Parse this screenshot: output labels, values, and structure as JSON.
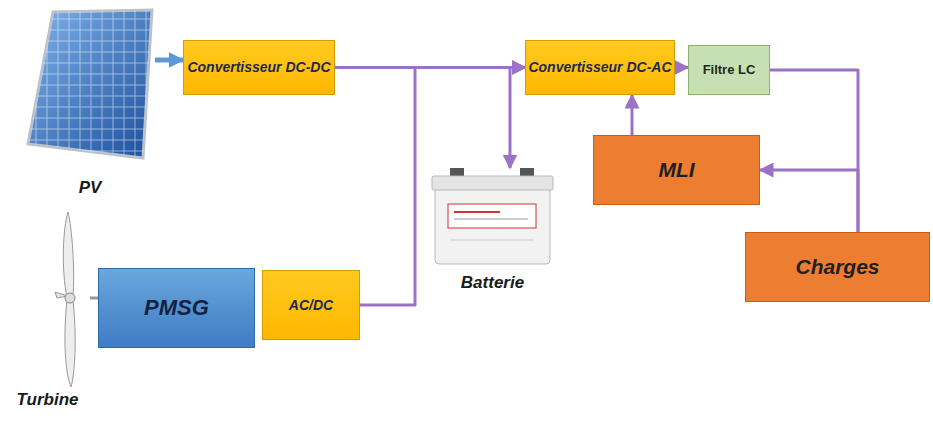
{
  "diagram": {
    "nodes": [
      {
        "text": [
          "PV"
        ]
      },
      {
        "text": [
          "Convertisseur DC-DC"
        ]
      },
      {
        "text": [
          "Convertisseur DC-AC"
        ]
      },
      {
        "text": [
          "Filtre LC"
        ]
      },
      {
        "text": [
          "MLI"
        ]
      },
      {
        "text": [
          "Batterie"
        ]
      },
      {
        "text": [
          "Charges"
        ]
      },
      {
        "text": [
          "PMSG"
        ]
      },
      {
        "text": [
          "AC/DC"
        ]
      },
      {
        "text": [
          "Turbine"
        ]
      }
    ],
    "edges": [
      {
        "from": 0,
        "to": 1,
        "arrow": "to"
      },
      {
        "from": 1,
        "to": 2,
        "arrow": "to"
      },
      {
        "from": 8,
        "to": 2,
        "arrow": "to"
      },
      {
        "from": 5,
        "to": 2,
        "arrow": "both"
      },
      {
        "from": 2,
        "to": 3,
        "arrow": "to"
      },
      {
        "from": 3,
        "to": 6,
        "arrow": "none"
      },
      {
        "from": 6,
        "to": 4,
        "arrow": "to"
      },
      {
        "from": 4,
        "to": 2,
        "arrow": "to"
      },
      {
        "from": 9,
        "to": 7,
        "arrow": "none"
      }
    ]
  }
}
